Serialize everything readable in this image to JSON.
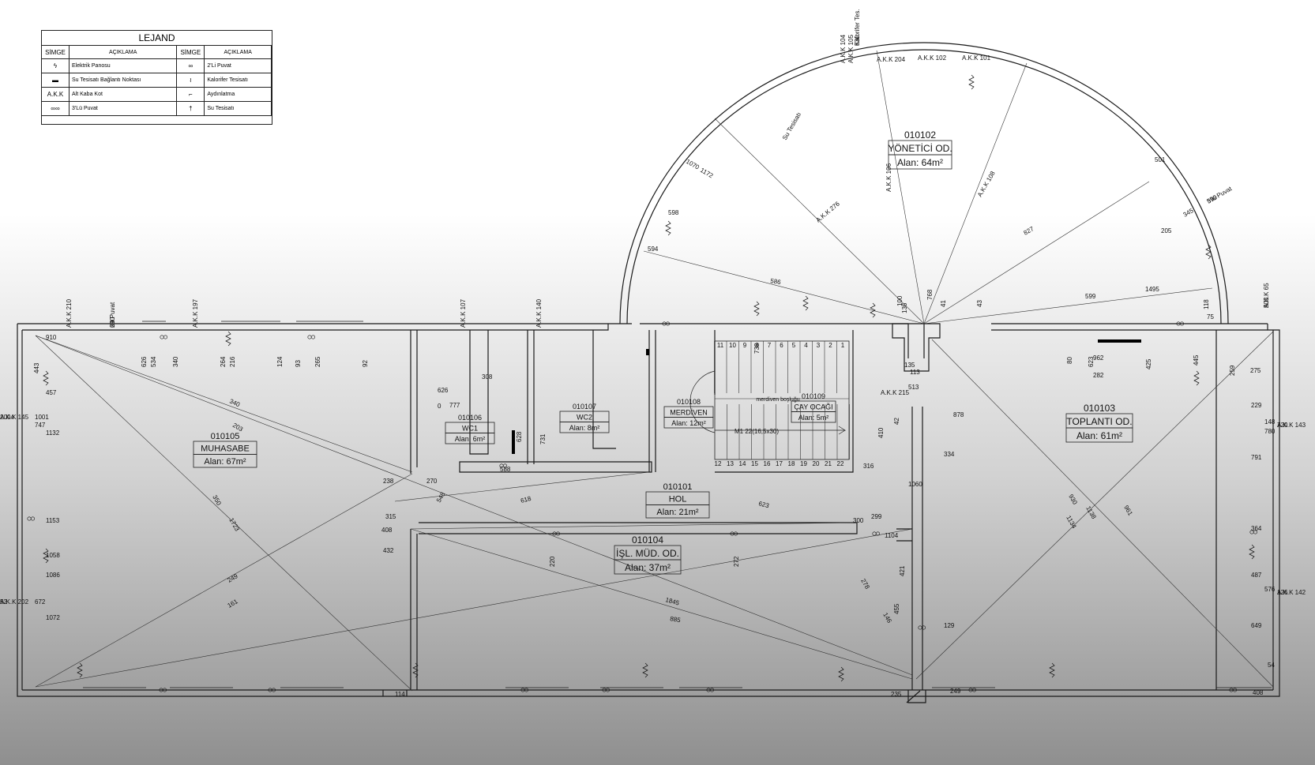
{
  "legend": {
    "title": "LEJAND",
    "headers": [
      "SİMGE",
      "AÇIKLAMA",
      "SİMGE",
      "AÇIKLAMA"
    ],
    "rows": [
      {
        "sym1": "ϟ",
        "desc1": "Elektrik Panosu",
        "sym2": "∞",
        "desc2": "2'Li Puvat"
      },
      {
        "sym1": "▬",
        "desc1": "Su Tesisatı Bağlantı Noktası",
        "sym2": "≀",
        "desc2": "Kalorifer Tesisatı"
      },
      {
        "sym1": "A.K.K",
        "desc1": "Alt Kaba Kot",
        "sym2": "⌐",
        "desc2": "Aydınlatma"
      },
      {
        "sym1": "∞∞",
        "desc1": "3'Lü Puvat",
        "sym2": "†",
        "desc2": "Su Tesisatı"
      }
    ]
  },
  "rooms": [
    {
      "code": "010102",
      "name": "YÖNETİCİ OD.",
      "area": "Alan: 64m²"
    },
    {
      "code": "010105",
      "name": "MUHASABE",
      "area": "Alan: 67m²"
    },
    {
      "code": "010106",
      "name": "WC1",
      "area": "Alan: 6m²"
    },
    {
      "code": "010107",
      "name": "WC2",
      "area": "Alan: 8m²"
    },
    {
      "code": "010108",
      "name": "MERDİVEN",
      "area": "Alan: 12m²"
    },
    {
      "code": "010109",
      "name": "ÇAY OCAĞI",
      "area": "Alan: 5m²"
    },
    {
      "code": "010101",
      "name": "HOL",
      "area": "Alan: 21m²"
    },
    {
      "code": "010103",
      "name": "TOPLANTI OD.",
      "area": "Alan: 61m²"
    },
    {
      "code": "010104",
      "name": "İŞL. MÜD. OD.",
      "area": "Alan: 37m²"
    }
  ],
  "stair": {
    "void": "merdiven boşluğu",
    "spec": "M1 22(16,5x30)",
    "steps": [
      "1",
      "2",
      "3",
      "4",
      "5",
      "6",
      "7",
      "8",
      "9",
      "10",
      "11",
      "12",
      "13",
      "14",
      "15",
      "16",
      "17",
      "18",
      "19",
      "20",
      "21",
      "22"
    ]
  },
  "labels": [
    {
      "t": "Kalorifer Tes."
    },
    {
      "t": "3'lü Puvat"
    },
    {
      "t": "A.K.K 65"
    },
    {
      "t": "2'li Puvat"
    },
    {
      "t": "A.K.K 143"
    },
    {
      "t": "A.K.K 142"
    },
    {
      "t": "A.K.K 145"
    },
    {
      "t": "A.K.K 202"
    },
    {
      "t": "A.K.K 197"
    },
    {
      "t": "A.K.K 107"
    },
    {
      "t": "A.K.K 140"
    },
    {
      "t": "A.K.K 210"
    },
    {
      "t": "A.K.K 215"
    },
    {
      "t": "A.K.K 204"
    },
    {
      "t": "Su Tesisatı"
    },
    {
      "t": "A.K.K 101"
    },
    {
      "t": "A.K.K 102"
    },
    {
      "t": "A.K.K 104"
    },
    {
      "t": "A.K.K 105"
    },
    {
      "t": "A.K.K 106"
    },
    {
      "t": "A.K.K 108"
    },
    {
      "t": "A.K.K 276"
    },
    {
      "t": "827"
    },
    {
      "t": "501"
    },
    {
      "t": "1172"
    },
    {
      "t": "1070"
    },
    {
      "t": "345"
    },
    {
      "t": "205"
    },
    {
      "t": "598"
    },
    {
      "t": "594"
    },
    {
      "t": "586"
    },
    {
      "t": "599"
    },
    {
      "t": "1495"
    },
    {
      "t": "340"
    },
    {
      "t": "203"
    },
    {
      "t": "350"
    },
    {
      "t": "1723"
    },
    {
      "t": "249"
    },
    {
      "t": "161"
    },
    {
      "t": "618"
    },
    {
      "t": "623"
    },
    {
      "t": "1845"
    },
    {
      "t": "885"
    },
    {
      "t": "930"
    },
    {
      "t": "1134"
    },
    {
      "t": "1138"
    },
    {
      "t": "961"
    },
    {
      "t": "910"
    },
    {
      "t": "443"
    },
    {
      "t": "457"
    },
    {
      "t": "1132"
    },
    {
      "t": "1153"
    },
    {
      "t": "1058"
    },
    {
      "t": "1086"
    },
    {
      "t": "1072"
    },
    {
      "t": "1001"
    },
    {
      "t": "747"
    },
    {
      "t": "672"
    },
    {
      "t": "626"
    },
    {
      "t": "534"
    },
    {
      "t": "340"
    },
    {
      "t": "264"
    },
    {
      "t": "216"
    },
    {
      "t": "124"
    },
    {
      "t": "93"
    },
    {
      "t": "265"
    },
    {
      "t": "92"
    },
    {
      "t": "238"
    },
    {
      "t": "270"
    },
    {
      "t": "315"
    },
    {
      "t": "408"
    },
    {
      "t": "432"
    },
    {
      "t": "548"
    },
    {
      "t": "588"
    },
    {
      "t": "628"
    },
    {
      "t": "731"
    },
    {
      "t": "300"
    },
    {
      "t": "299"
    },
    {
      "t": "1104"
    },
    {
      "t": "421"
    },
    {
      "t": "455"
    },
    {
      "t": "146"
    },
    {
      "t": "278"
    },
    {
      "t": "272"
    },
    {
      "t": "220"
    },
    {
      "t": "129"
    },
    {
      "t": "42"
    },
    {
      "t": "410"
    },
    {
      "t": "1060"
    },
    {
      "t": "316"
    },
    {
      "t": "334"
    },
    {
      "t": "878"
    },
    {
      "t": "962"
    },
    {
      "t": "282"
    },
    {
      "t": "623"
    },
    {
      "t": "425"
    },
    {
      "t": "445"
    },
    {
      "t": "259"
    },
    {
      "t": "275"
    },
    {
      "t": "229"
    },
    {
      "t": "148"
    },
    {
      "t": "780"
    },
    {
      "t": "791"
    },
    {
      "t": "364"
    },
    {
      "t": "487"
    },
    {
      "t": "576"
    },
    {
      "t": "649"
    },
    {
      "t": "54"
    },
    {
      "t": "135"
    },
    {
      "t": "114"
    },
    {
      "t": "235"
    },
    {
      "t": "249"
    },
    {
      "t": "408"
    },
    {
      "t": "513"
    },
    {
      "t": "113"
    },
    {
      "t": "626"
    },
    {
      "t": "0"
    },
    {
      "t": "777"
    },
    {
      "t": "308"
    },
    {
      "t": "738"
    },
    {
      "t": "768"
    },
    {
      "t": "41"
    },
    {
      "t": "43"
    },
    {
      "t": "100"
    },
    {
      "t": "136"
    },
    {
      "t": "80"
    },
    {
      "t": "75"
    },
    {
      "t": "118"
    },
    {
      "t": "630"
    },
    {
      "t": "590"
    },
    {
      "t": "503"
    },
    {
      "t": "690"
    },
    {
      "t": "720"
    },
    {
      "t": "126"
    },
    {
      "t": "2004"
    },
    {
      "t": "52"
    }
  ]
}
